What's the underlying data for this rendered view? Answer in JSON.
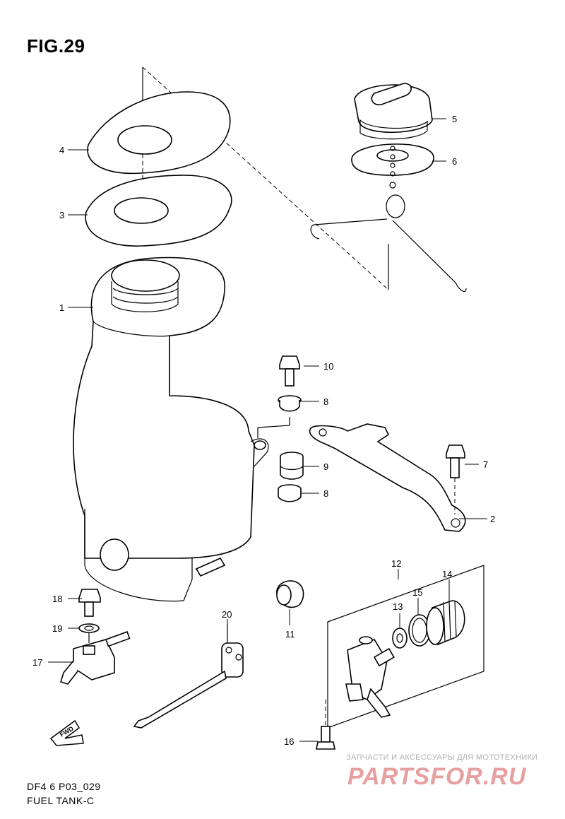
{
  "figure": {
    "title": "FIG.29",
    "code": "DF4 6 P03_029",
    "name": "FUEL TANK-C"
  },
  "callouts": {
    "c1": "1",
    "c2": "2",
    "c3": "3",
    "c4": "4",
    "c5": "5",
    "c6": "6",
    "c7": "7",
    "c8a": "8",
    "c8b": "8",
    "c9": "9",
    "c10": "10",
    "c11": "11",
    "c12": "12",
    "c13": "13",
    "c14": "14",
    "c15": "15",
    "c16": "16",
    "c17": "17",
    "c18": "18",
    "c19": "19",
    "c20": "20"
  },
  "direction_arrow": {
    "label": "FWD",
    "icon": "forward-arrow-icon"
  },
  "watermark": {
    "tagline": "ЗАПЧАСТИ И АКСЕССУАРЫ ДЛЯ МОТОТЕХНИКИ",
    "brand": "PARTSFOR.RU"
  }
}
